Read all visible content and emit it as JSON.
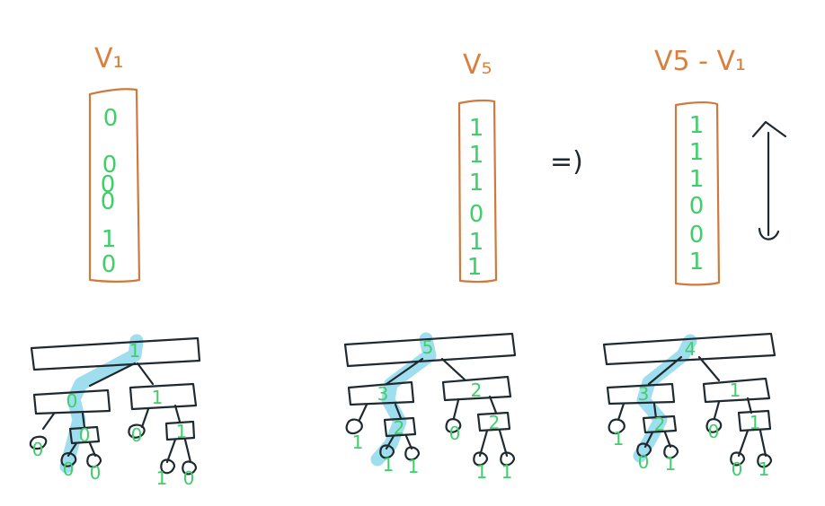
{
  "vectors": [
    {
      "label": "V₁",
      "bits": [
        "0",
        "0",
        "0",
        "0",
        "1",
        "0"
      ]
    },
    {
      "label": "V₅",
      "bits": [
        "1",
        "1",
        "1",
        "0",
        "1",
        "1"
      ]
    },
    {
      "label": "V5 - V₁",
      "bits": [
        "1",
        "1",
        "1",
        "0",
        "0",
        "1"
      ]
    }
  ],
  "implies_symbol": "=)",
  "trees": [
    {
      "root": "1",
      "left": "0",
      "right": "1",
      "leaves": [
        "0",
        "0",
        "0",
        "1"
      ],
      "deep": [
        "0",
        "0",
        "1",
        "0"
      ]
    },
    {
      "root": "5",
      "left": "3",
      "right": "2",
      "leaves": [
        "1",
        "2",
        "0",
        "2"
      ],
      "deep": [
        "1",
        "1",
        "1",
        "1"
      ]
    },
    {
      "root": "4",
      "left": "3",
      "right": "1",
      "leaves": [
        "1",
        "2",
        "0",
        "1"
      ],
      "deep": [
        "0",
        "1",
        "0",
        "1"
      ]
    }
  ],
  "colors": {
    "vector": "#cf7a3c",
    "bits": "#3fcf68",
    "highlight": "#7fd3e8",
    "ink": "#1f2a30"
  }
}
